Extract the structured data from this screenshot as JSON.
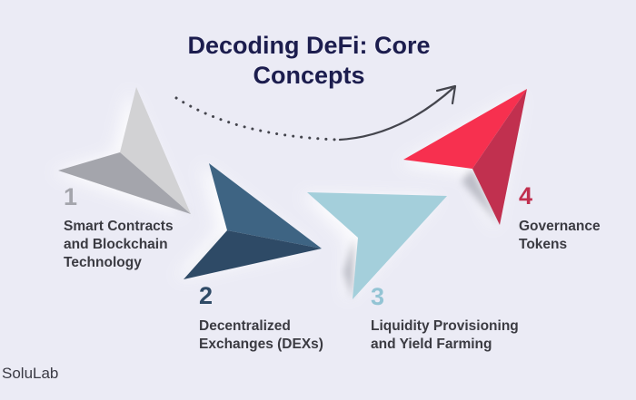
{
  "title": "Decoding DeFi: Core Concepts",
  "title_lines": [
    "Decoding DeFi: Core",
    "Concepts"
  ],
  "brand": "SoluLab",
  "steps": [
    {
      "number": "1",
      "label_lines": [
        "Smart Contracts",
        "and Blockchain",
        "Technology"
      ],
      "color": "#a4a5ac",
      "light_color": "#d2d2d4"
    },
    {
      "number": "2",
      "label_lines": [
        "Decentralized",
        "Exchanges (DEXs)"
      ],
      "color": "#2e4a66",
      "light_color": "#3e6483"
    },
    {
      "number": "3",
      "label_lines": [
        "Liquidity Provisioning",
        "and Yield Farming"
      ],
      "color": "#8fc0d0",
      "light_color": "#a4cfdb"
    },
    {
      "number": "4",
      "label_lines": [
        "Governance",
        "Tokens"
      ],
      "color": "#c1304f",
      "light_color": "#f7304f"
    }
  ],
  "colors": {
    "background": "#ebebf5",
    "title": "#1c1d4e",
    "arrow": "#44454d"
  },
  "icons": [
    "arrow-1-icon",
    "arrow-2-icon",
    "arrow-3-icon",
    "arrow-4-icon",
    "curved-arrow-icon"
  ]
}
